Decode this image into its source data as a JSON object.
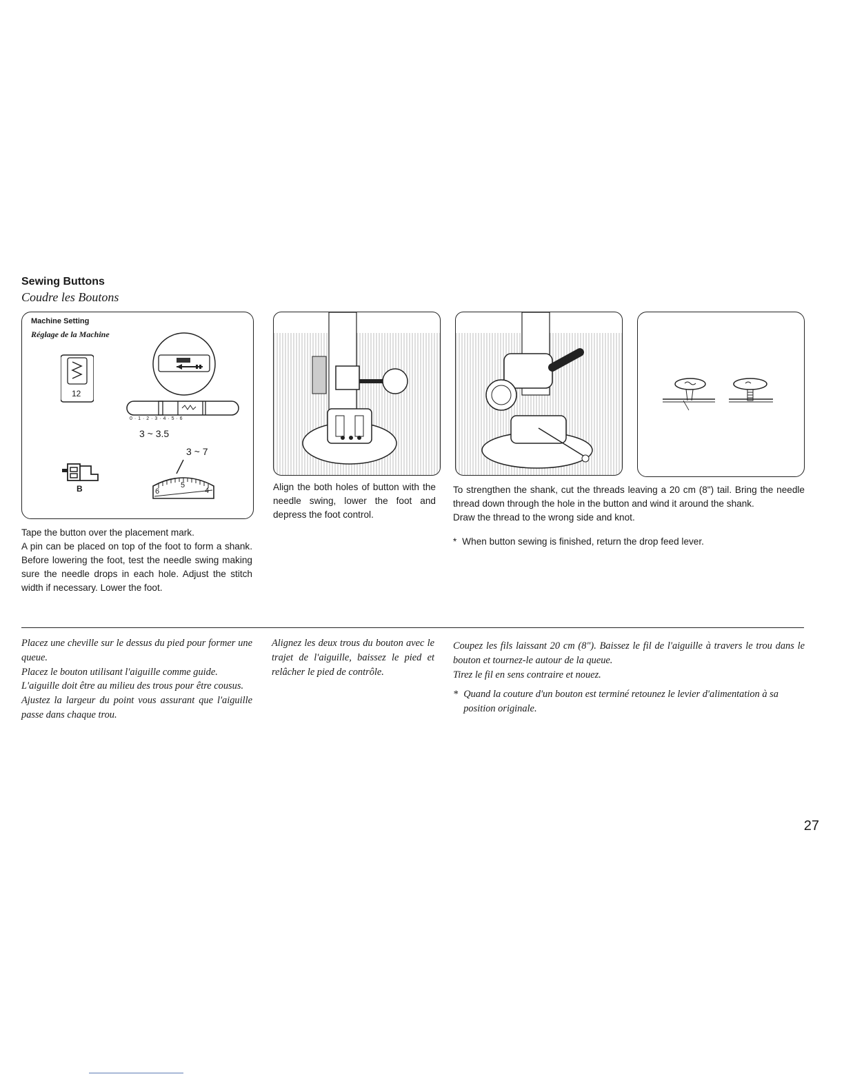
{
  "heading": {
    "title_en": "Sewing Buttons",
    "title_fr": "Coudre les Boutons"
  },
  "machine_setting": {
    "label_en": "Machine Setting",
    "label_fr": "Réglage de la Machine",
    "pattern_number": "12",
    "width_scale": "0 · 1 · 2 · 3 · 4 · 5 · 6",
    "width_range": "3 ~ 3.5",
    "length_range": "3 ~ 7",
    "foot_letter": "B",
    "dial_numbers": [
      "6",
      "5",
      "4"
    ]
  },
  "columns": {
    "col1_en": [
      "Tape the button over the placement mark.",
      "A pin can be placed on top of the foot to form a shank. Before lowering the foot, test the needle swing making sure the needle drops in each hole. Adjust the stitch width if necessary. Lower the foot."
    ],
    "col2_en": "Align the both holes of button with the needle swing, lower the foot and depress the foot control.",
    "col3_en": [
      "To strengthen the shank, cut the threads leaving a 20 cm (8\") tail. Bring the needle thread down through the hole in the button and wind it around the shank.",
      "Draw the thread to the wrong side and knot."
    ],
    "col3_note_en": "When button sewing is finished, return the drop feed lever.",
    "col1_fr": [
      "Placez une cheville sur le dessus du pied pour former une queue.",
      "Placez le bouton utilisant l'aiguille comme guide.",
      "L'aiguille doit être au milieu des trous pour être cousus.",
      "Ajustez la largeur du point vous assurant que l'aiguille passe dans chaque trou."
    ],
    "col2_fr": "Alignez les deux trous du bouton avec le trajet de l'aiguille, baissez le pied et relâcher le pied de contrôle.",
    "col3_fr": [
      "Coupez les fils laissant 20 cm (8\"). Baissez le fil de l'aiguille à travers le trou dans le bouton et tournez-le autour de la queue.",
      "Tirez le fil en sens contraire et nouez."
    ],
    "col3_note_fr": "Quand la couture d'un bouton est terminé retounez le levier d'alimentation à sa position originale.",
    "star": "*"
  },
  "page_number": "27"
}
